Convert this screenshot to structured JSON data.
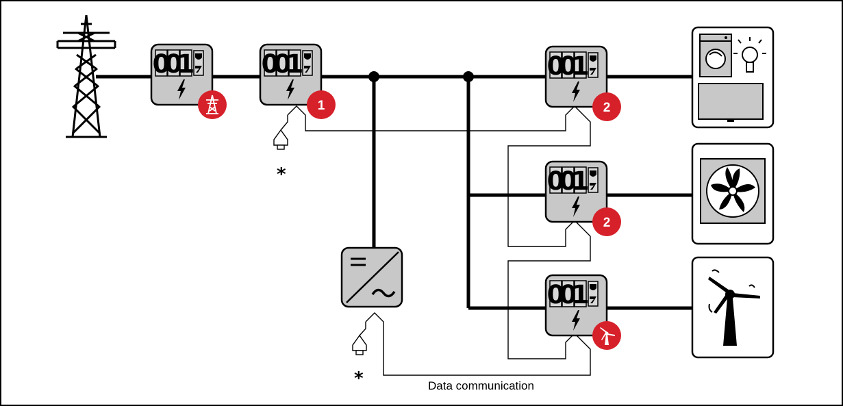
{
  "meters": {
    "digits": "001",
    "grid_feed": {
      "badge": "pylon-icon",
      "color": "#d6202a"
    },
    "primary": {
      "badge": "1"
    },
    "consumer_a": {
      "badge": "2"
    },
    "consumer_b": {
      "badge": "2"
    },
    "generator": {
      "badge": "wind-turbine-icon"
    }
  },
  "labels": {
    "data_communication": "Data communication",
    "termination_a": "*",
    "termination_b": "*"
  },
  "devices": {
    "grid": "power-pylon-icon",
    "inverter": "dc-ac-inverter-icon",
    "household": [
      "washing-machine-icon",
      "light-bulb-icon",
      "monitor-icon"
    ],
    "heat_pump": "fan-unit-icon",
    "wind": "wind-turbine-icon"
  }
}
